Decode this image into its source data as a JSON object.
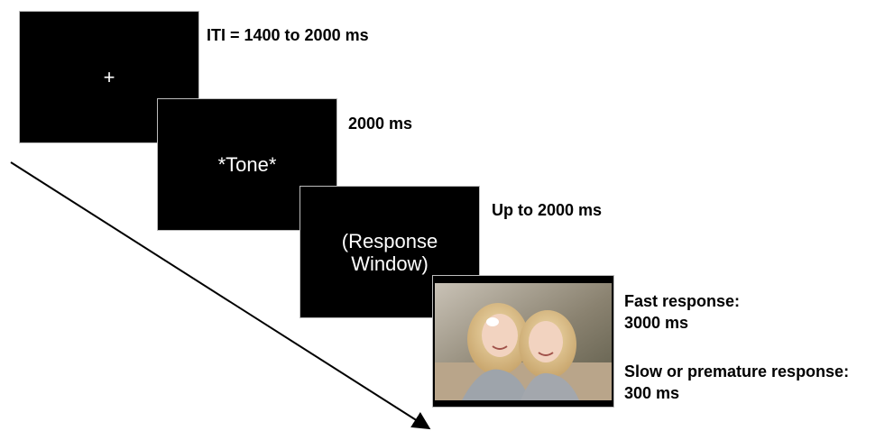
{
  "screens": {
    "fixation": {
      "text": "+"
    },
    "tone": {
      "text": "*Tone*"
    },
    "response": {
      "line1": "(Response",
      "line2": "Window)"
    },
    "feedback_image": {
      "description": "photo-placeholder"
    }
  },
  "labels": {
    "iti": "ITI = 1400 to 2000 ms",
    "tone_duration": "2000 ms",
    "response_duration": "Up to 2000 ms",
    "fast_line1": "Fast response:",
    "fast_line2": "3000 ms",
    "slow_line1": "Slow or premature response:",
    "slow_line2": "300 ms"
  },
  "colors": {
    "screen": "#000000",
    "text_on_screen": "#ffffff",
    "label": "#000000",
    "arrow": "#000000"
  }
}
